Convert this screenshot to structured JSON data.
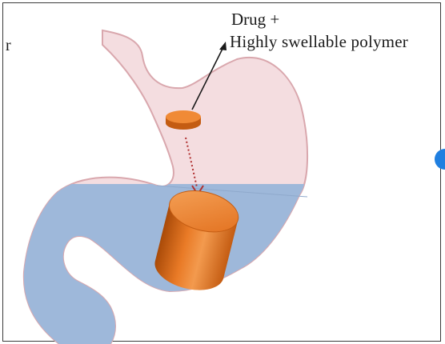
{
  "labels": {
    "left_fragment": "r",
    "callout_line1": "Drug +",
    "callout_line2": "Highly swellable polymer"
  },
  "colors": {
    "stomach_fill": "#f4dde0",
    "stomach_outline": "#d9a7ad",
    "gastric_fluid": "#9eb8da",
    "tablet": "#e57220",
    "tablet_light": "#f29a4c",
    "tablet_dark": "#b04e0a",
    "arrow_dotted": "#b03030",
    "accent_dot": "#1f7fe0"
  },
  "icons": [
    "small-tablet-icon",
    "swollen-tablet-icon"
  ]
}
